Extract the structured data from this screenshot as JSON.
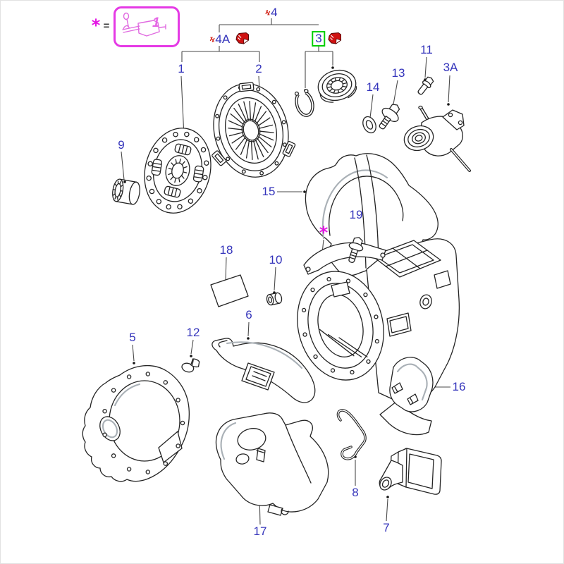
{
  "legend": {
    "star": "*",
    "equals": "=",
    "inset_number": "1"
  },
  "callouts": {
    "c1": {
      "text": "1"
    },
    "c2": {
      "text": "2"
    },
    "c3": {
      "text": "3"
    },
    "c3a": {
      "text": "3A"
    },
    "c4": {
      "text": "4",
      "prefix": "≠"
    },
    "c4a": {
      "text": "4A",
      "prefix": "≠"
    },
    "c5": {
      "text": "5"
    },
    "c6": {
      "text": "6"
    },
    "c7": {
      "text": "7"
    },
    "c8": {
      "text": "8"
    },
    "c9": {
      "text": "9"
    },
    "c10": {
      "text": "10"
    },
    "c11": {
      "text": "11"
    },
    "c12": {
      "text": "12"
    },
    "c13": {
      "text": "13"
    },
    "c14": {
      "text": "14"
    },
    "c15": {
      "text": "15"
    },
    "c16": {
      "text": "16"
    },
    "c17": {
      "text": "17"
    },
    "c18": {
      "text": "18"
    },
    "c19": {
      "text": "19"
    },
    "cstar": {
      "text": "*"
    }
  },
  "colors": {
    "callout_blue": "#3434bb",
    "highlight_green": "#00cf00",
    "service_red": "#cf1212",
    "accent_magenta": "#e53ae5",
    "line_dark": "#242424"
  }
}
